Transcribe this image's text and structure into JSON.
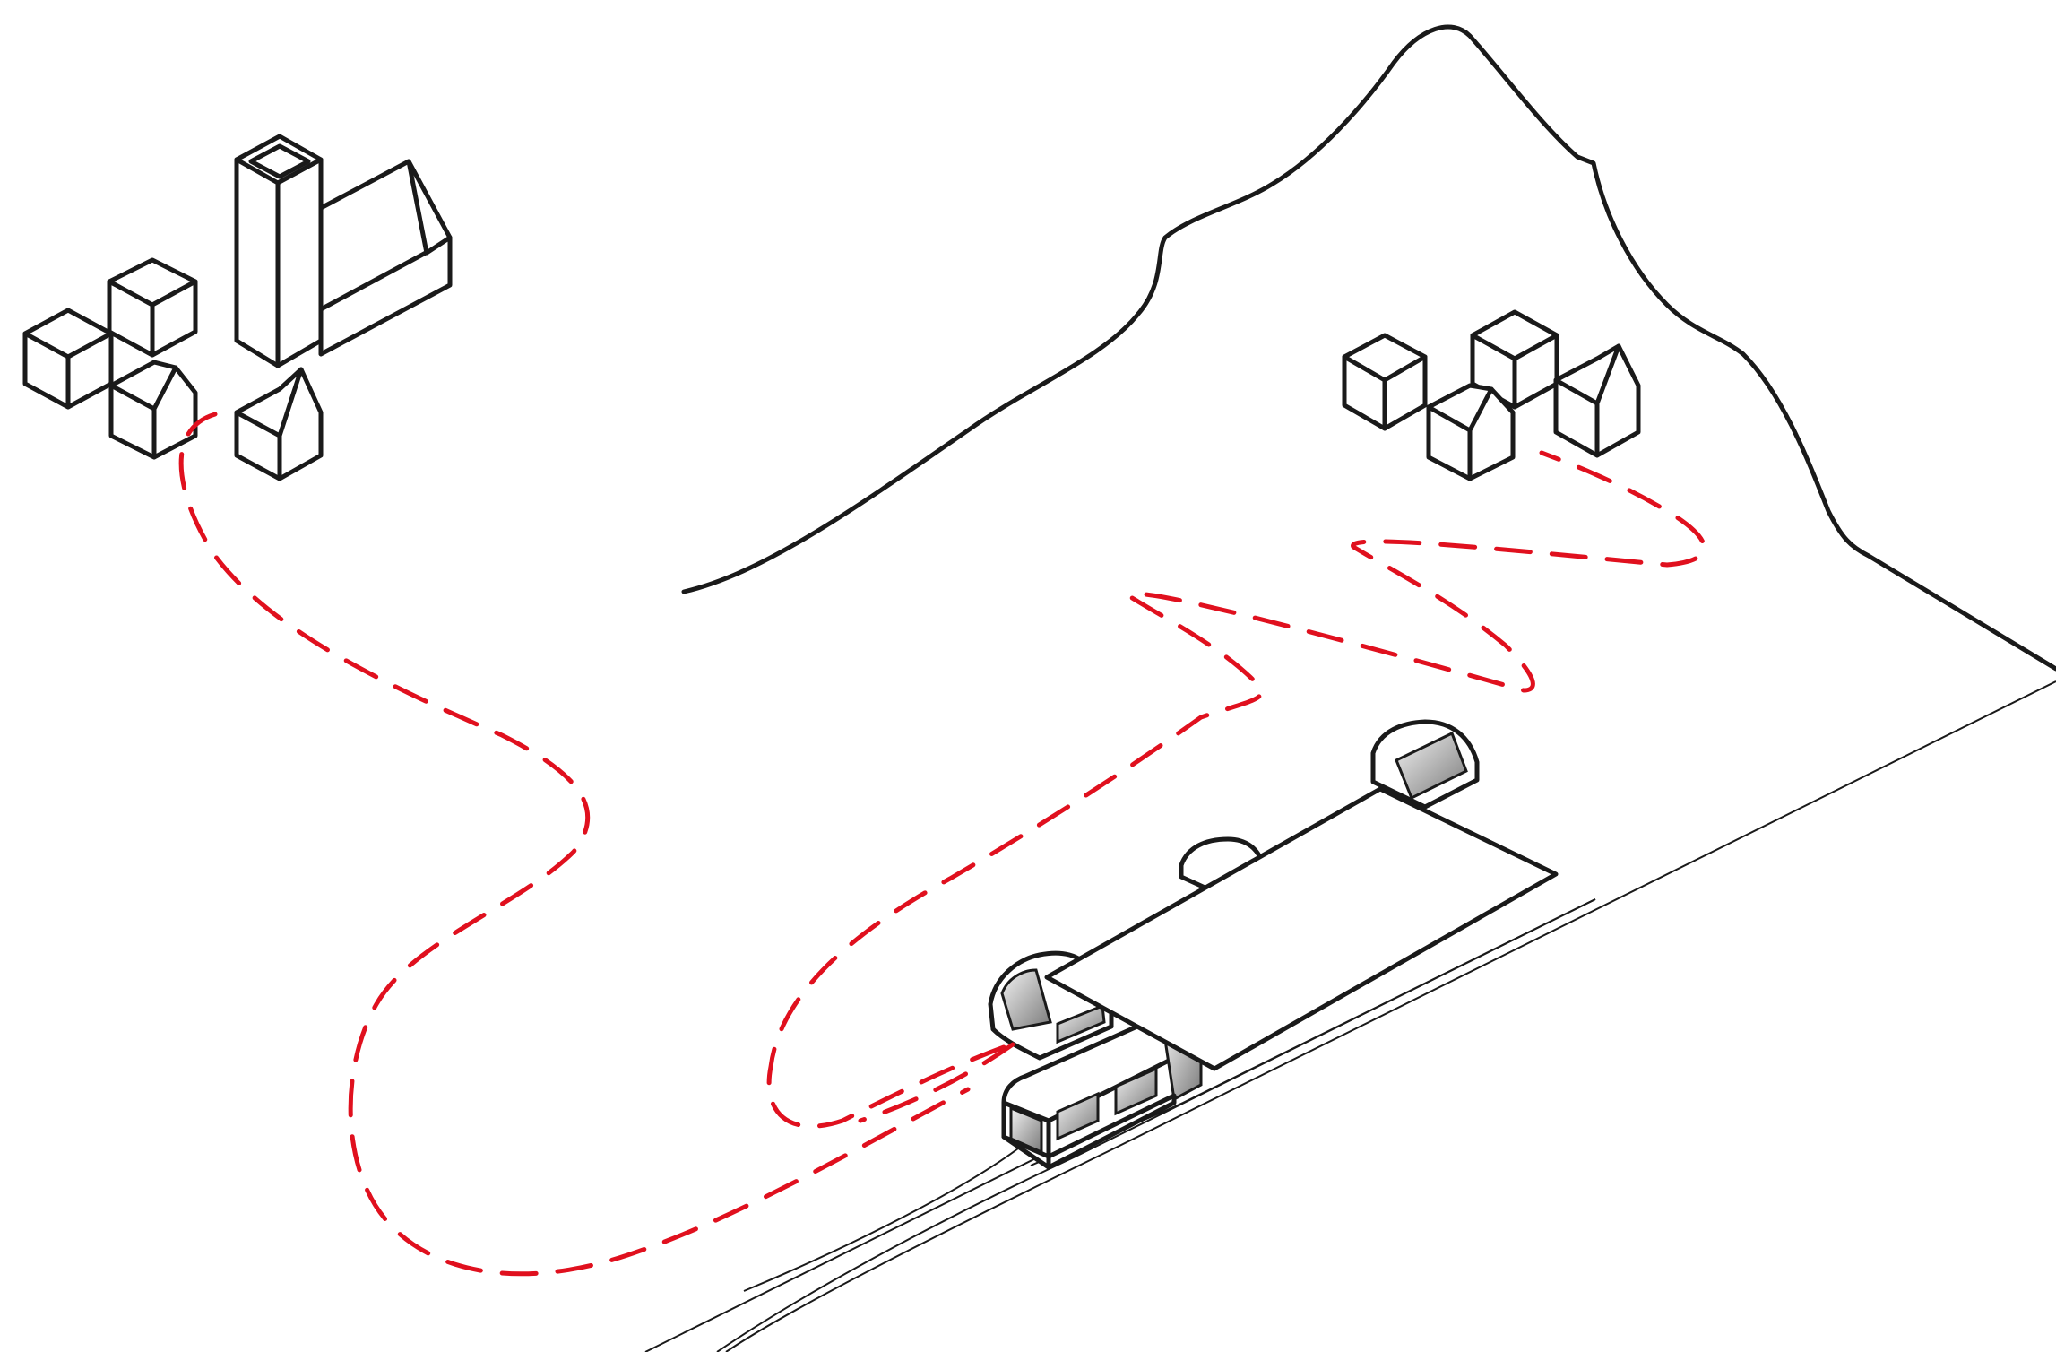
{
  "diagram": {
    "colors": {
      "ink": "#1a1a1a",
      "background": "#ffffff",
      "route": "#e0101e",
      "glass": "#9a9a9a"
    },
    "elements": [
      "mountain-ridge",
      "hillside-slope",
      "town-cluster-west",
      "village-cluster-mountain",
      "railway-tracks",
      "train-station-canopy",
      "train",
      "shuttle-pods",
      "dashed-route-paths"
    ]
  }
}
